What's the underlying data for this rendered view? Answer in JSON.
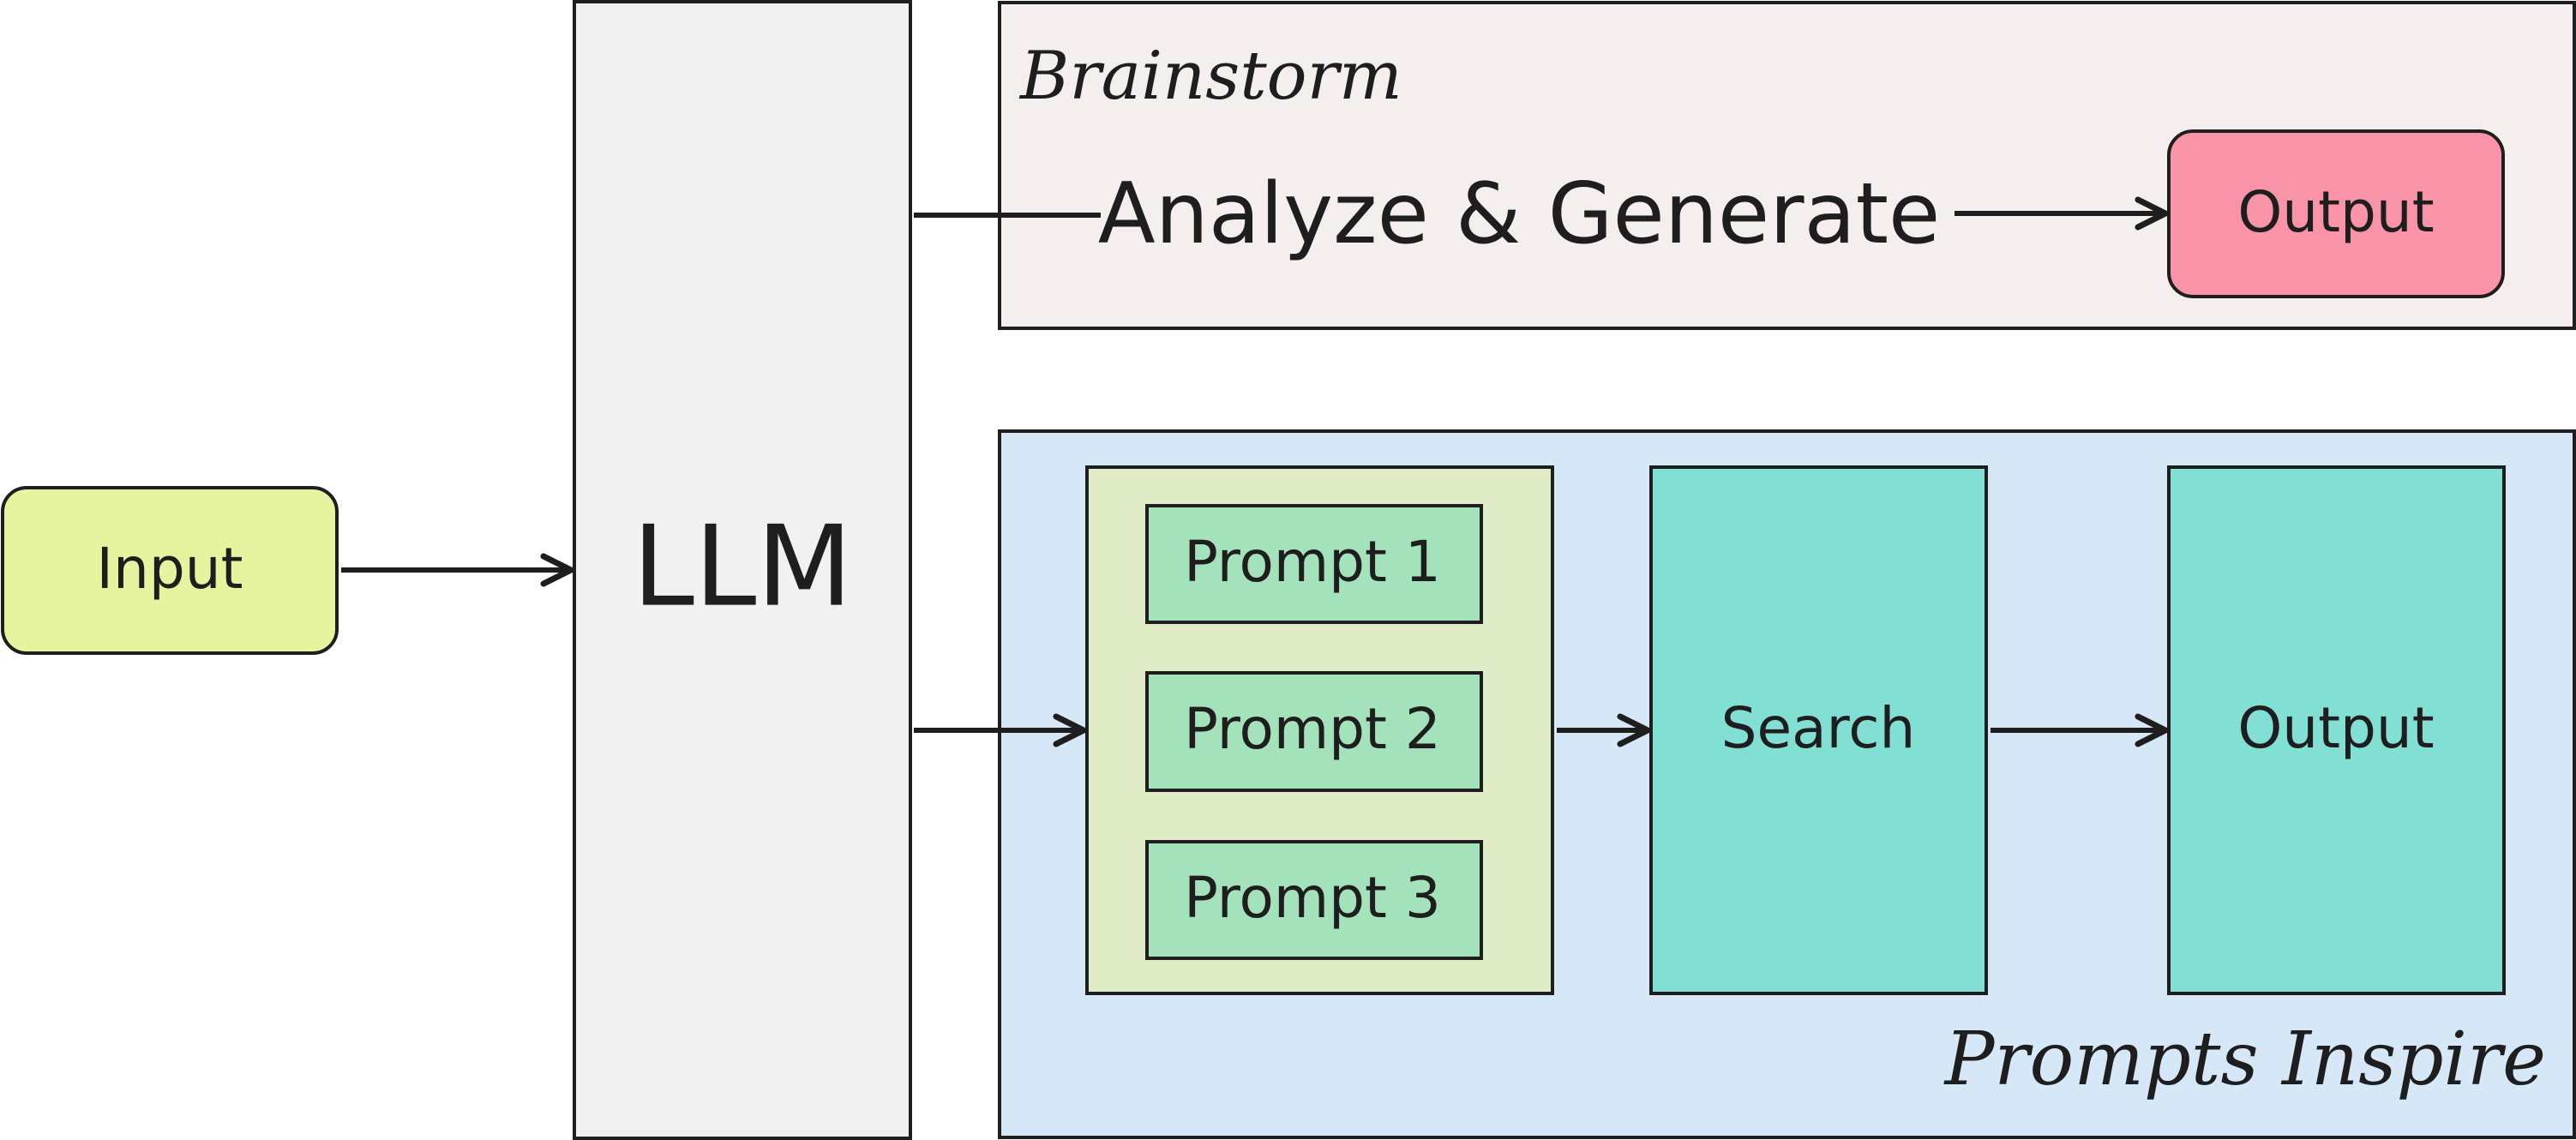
{
  "diagram": {
    "input": {
      "label": "Input"
    },
    "llm": {
      "label": "LLM"
    },
    "brainstorm": {
      "title": "Brainstorm",
      "step_label": "Analyze & Generate",
      "output_label": "Output"
    },
    "prompts_inspire": {
      "title": "Prompts Inspire",
      "prompts": [
        "Prompt 1",
        "Prompt 2",
        "Prompt 3"
      ],
      "search_label": "Search",
      "output_label": "Output"
    }
  },
  "colors": {
    "input_fill": "#e6f4a0",
    "llm_fill": "#f1f1f1",
    "brainstorm_fill": "#f5eeee",
    "brainstorm_output_fill": "#f993a7",
    "prompts_inspire_fill": "#d6e8f8",
    "prompts_group_fill": "#e0ecc6",
    "prompt_fill": "#a4e2bb",
    "teal_fill": "#82dfd4",
    "stroke": "#1e1e1e"
  }
}
